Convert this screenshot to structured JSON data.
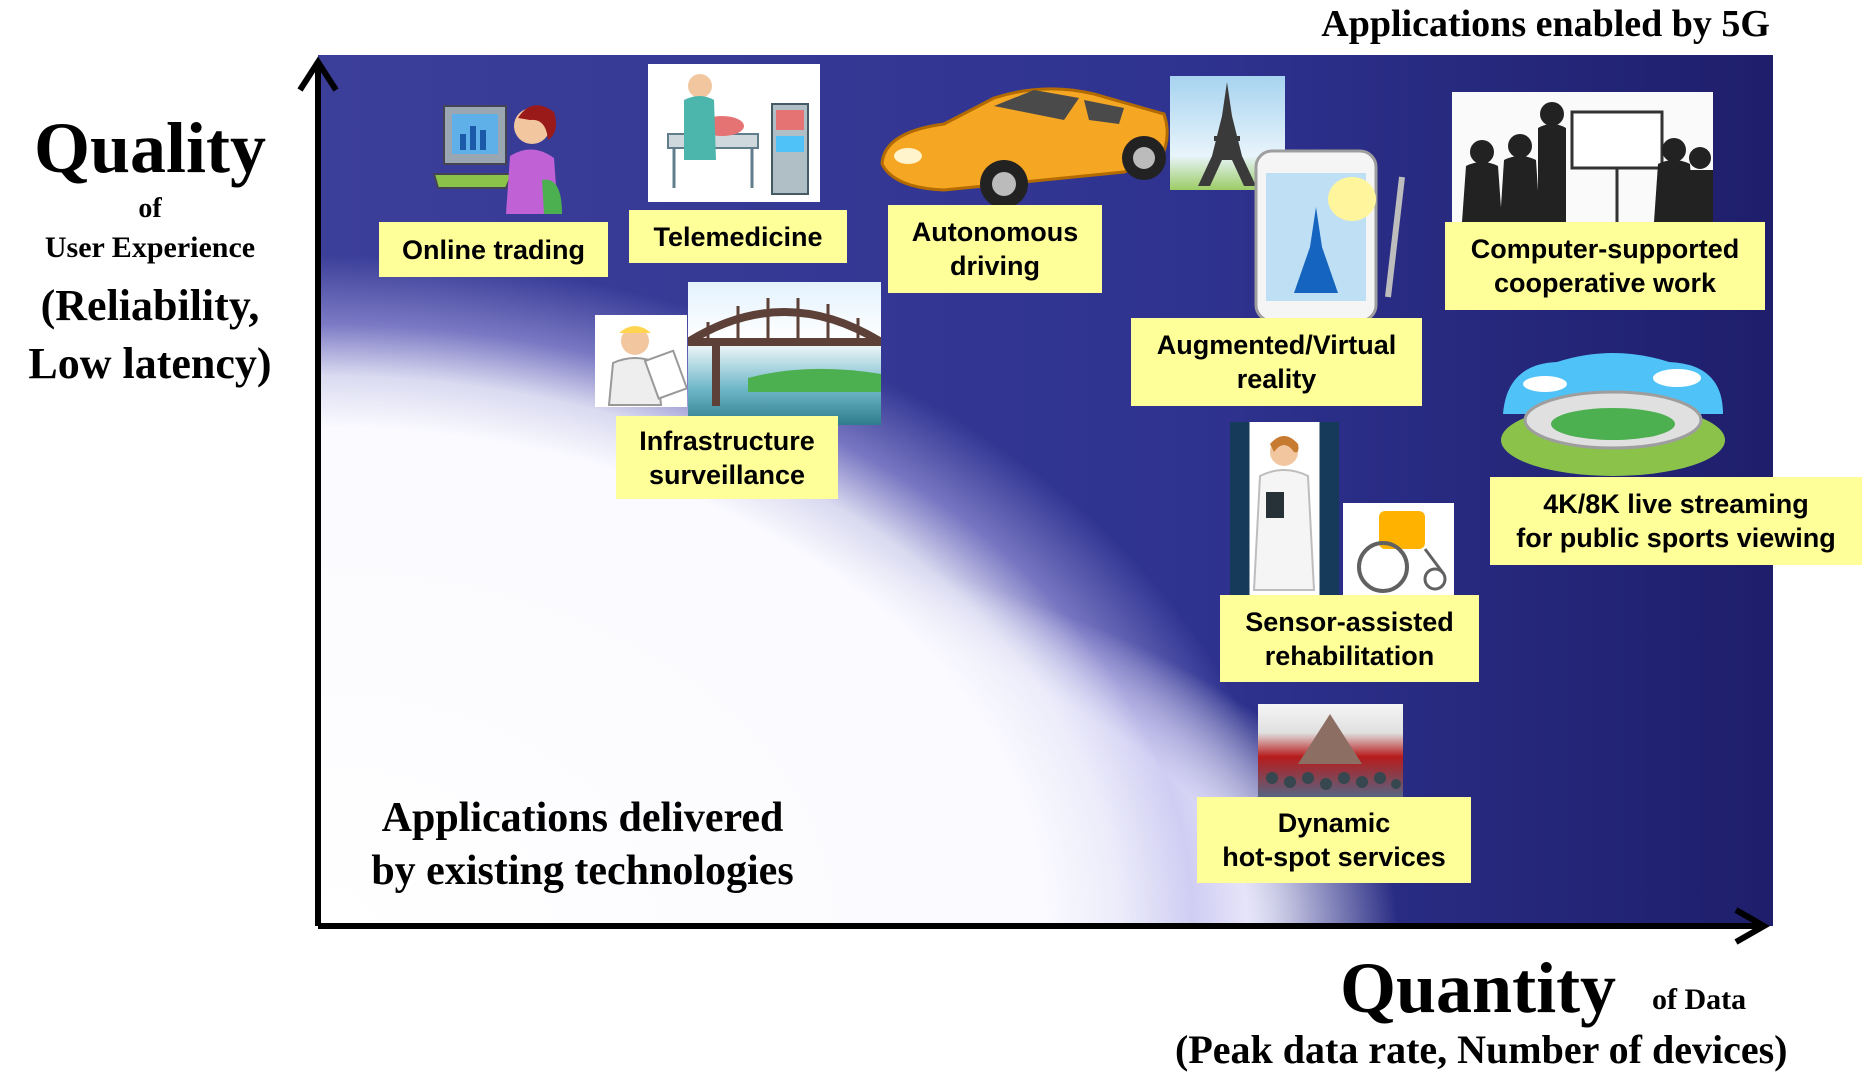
{
  "header": {
    "title": "Applications enabled by 5G"
  },
  "y_axis": {
    "title": "Quality",
    "of": "of",
    "subtitle": "User Experience",
    "detail_line1": "(Reliability,",
    "detail_line2": "Low latency)"
  },
  "x_axis": {
    "title": "Quantity",
    "suffix": "of Data",
    "detail": "(Peak data rate, Number of devices)"
  },
  "existing_label": {
    "line1": "Applications delivered",
    "line2": "by existing technologies"
  },
  "applications": [
    {
      "line1": "Online trading",
      "line2": ""
    },
    {
      "line1": "Telemedicine",
      "line2": ""
    },
    {
      "line1": "Autonomous",
      "line2": "driving"
    },
    {
      "line1": "Augmented/Virtual",
      "line2": "reality"
    },
    {
      "line1": "Computer-supported",
      "line2": "cooperative work"
    },
    {
      "line1": "Infrastructure",
      "line2": "surveillance"
    },
    {
      "line1": "4K/8K live streaming",
      "line2": "for public sports viewing"
    },
    {
      "line1": "Sensor-assisted",
      "line2": "rehabilitation"
    },
    {
      "line1": "Dynamic",
      "line2": "hot-spot services"
    }
  ],
  "colors": {
    "label_background": "#ffff99",
    "panel_dark": "#1e1e6b",
    "panel_light": "#ffffff",
    "axis": "#000000"
  },
  "icons": [
    "trader-computer-icon",
    "hospital-bed-icon",
    "sports-car-icon",
    "eiffel-tower-icon",
    "smartphone-icon",
    "meeting-room-icon",
    "bridge-icon",
    "engineer-icon",
    "stadium-icon",
    "doctor-icon",
    "wheelchair-icon",
    "crowd-icon"
  ]
}
